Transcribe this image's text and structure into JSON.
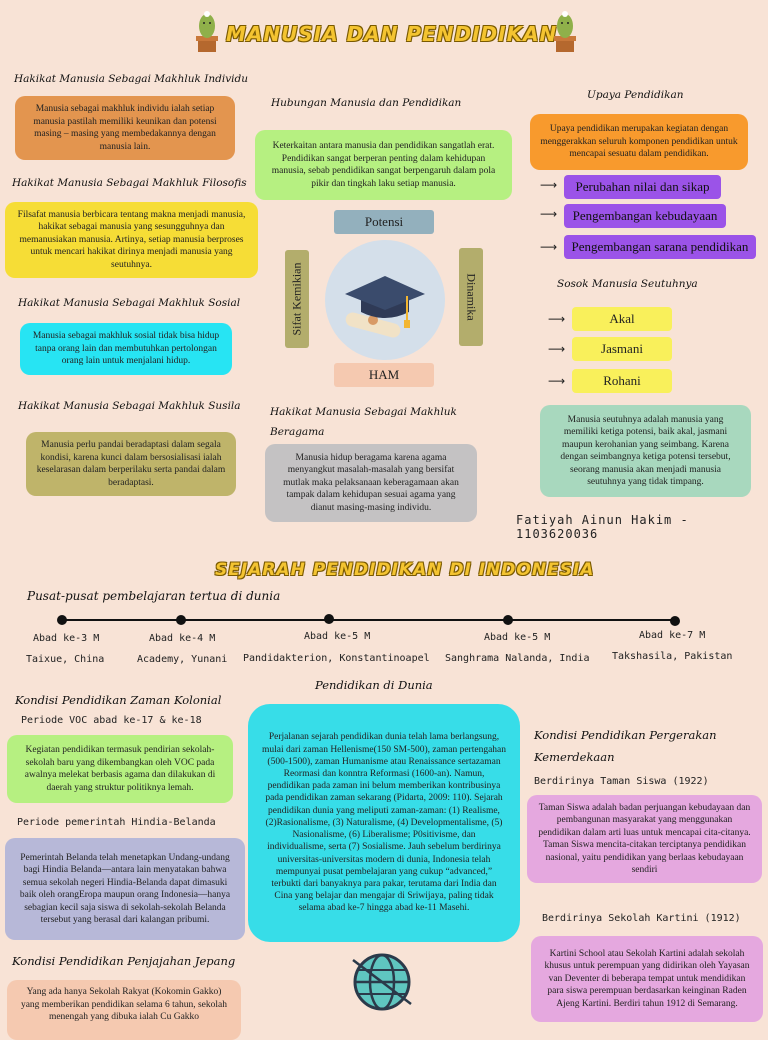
{
  "title1": "MANUSIA DAN PENDIDIKAN",
  "title2": "SEJARAH PENDIDIKAN DI INDONESIA",
  "author": "Fatiyah Ainun Hakim - 1103620036",
  "individu": {
    "heading": "Hakikat Manusia Sebagai Makhluk Individu",
    "text": "Manusia sebagai makhluk individu ialah setiap manusia pastilah memiliki keunikan dan potensi masing – masing yang membedakannya dengan manusia lain."
  },
  "filosofis": {
    "heading": "Hakikat Manusia Sebagai Makhluk Filosofis",
    "text": "Filsafat manusia berbicara tentang makna menjadi manusia, hakikat sebagai manusia yang sesungguhnya dan memanusiakan manusia. Artinya, setiap manusia berproses untuk mencari hakikat dirinya menjadi manusia yang seutuhnya."
  },
  "sosial": {
    "heading": "Hakikat Manusia Sebagai Makhluk Sosial",
    "text": "Manusia sebagai makhluk sosial  tidak bisa hidup tanpa orang lain dan membutuhkan pertolongan orang lain untuk menjalani hidup."
  },
  "susila": {
    "heading": "Hakikat Manusia Sebagai Makhluk Susila",
    "text": "Manusia perlu pandai beradaptasi dalam segala kondisi, karena kunci dalam bersosialisasi ialah keselarasan dalam berperilaku serta pandai dalam beradaptasi."
  },
  "hubungan": {
    "heading": "Hubungan Manusia dan Pendidikan",
    "text": "Keterkaitan antara manusia dan pendidikan sangatlah erat. Pendidikan sangat berperan penting dalam kehidupan manusia, sebab pendidikan sangat berpengaruh dalam pola pikir dan tingkah laku setiap manusia."
  },
  "center": {
    "top": "Potensi",
    "bottom": "HAM",
    "left": "Sifat Kemikian",
    "right": "Dinamika"
  },
  "beragama": {
    "heading": "Hakikat Manusia Sebagai Makhluk Beragama",
    "text": "Manusia hidup beragama karena agama menyangkut masalah-masalah yang bersifat mutlak maka pelaksanaan keberagamaan akan tampak dalam kehidupan sesuai agama yang dianut masing-masing individu."
  },
  "upaya": {
    "heading": "Upaya Pendidikan",
    "text": "Upaya pendidikan merupakan kegiatan dengan menggerakkan seluruh komponen pendidikan untuk mencapai sesuatu dalam pendidikan.",
    "items": [
      "Perubahan nilai dan sikap",
      "Pengembangan kebudayaan",
      "Pengembangan sarana pendidikan"
    ]
  },
  "sosok": {
    "heading": "Sosok Manusia Seutuhnya",
    "items": [
      "Akal",
      "Jasmani",
      "Rohani"
    ],
    "text": "Manusia seutuhnya adalah manusia yang memiliki ketiga potensi, baik akal, jasmani maupun kerohanian yang seimbang. Karena dengan seimbangnya ketiga potensi tersebut, seorang manusia akan menjadi manusia seutuhnya yang tidak timpang."
  },
  "timeline": {
    "heading": "Pusat-pusat pembelajaran tertua di dunia",
    "points": [
      {
        "era": "Abad ke-3 M",
        "place": "Taixue, China"
      },
      {
        "era": "Abad ke-4 M",
        "place": "Academy, Yunani"
      },
      {
        "era": "Abad ke-5 M",
        "place": "Pandidakterion, Konstantinoapel"
      },
      {
        "era": "Abad ke-5 M",
        "place": "Sanghrama Nalanda, India"
      },
      {
        "era": "Abad ke-7 M",
        "place": "Takshasila, Pakistan"
      }
    ]
  },
  "kolonial": {
    "heading": "Kondisi Pendidikan Zaman Kolonial",
    "voc_label": "Periode VOC abad ke-17 & ke-18",
    "voc_text": "Kegiatan pendidikan termasuk pendirian sekolah-sekolah baru yang dikembangkan oleh VOC pada awalnya melekat berbasis agama dan dilakukan di daerah yang struktur politiknya lemah.",
    "hb_label": "Periode pemerintah Hindia-Belanda",
    "hb_text": "Pemerintah Belanda telah menetapkan Undang-undang bagi Hindia Belanda—antara lain menyatakan bahwa semua sekolah negeri Hindia-Belanda dapat dimasuki baik oleh orangEropa maupun orang Indonesia—hanya sebagian kecil saja siswa di sekolah-sekolah Belanda tersebut yang berasal dari kalangan pribumi."
  },
  "jepang": {
    "heading": "Kondisi Pendidikan Penjajahan Jepang",
    "text": "Yang ada hanya Sekolah Rakyat (Kokomin Gakko) yang memberikan pendidikan selama 6 tahun, sekolah menengah yang dibuka ialah Cu Gakko"
  },
  "dunia": {
    "heading": "Pendidikan di Dunia",
    "text": "Perjalanan sejarah pendidikan dunia telah lama berlangsung, mulai dari zaman Hellenisme(150 SM-500), zaman pertengahan (500-1500), zaman Humanisme atau Renaissance sertazaman Reormasi dan konntra Reformasi (1600-an). Namun, pendidikan pada zaman ini belum memberikan kontribusinya pada pendidikan zaman sekarang (Pidarta, 2009: 110).  Sejarah pendidikan dunia yang meliputi zaman-zaman: (1) Realisme, (2)Rasionalisme, (3) Naturalisme, (4) Developmentalisme, (5) Nasionalisme, (6) Liberalisme; P0sitivisme, dan individualisme, serta (7) Sosialisme. Jauh sebelum berdirinya universitas-universitas modern di dunia, Indonesia telah mempunyai pusat pembelajaran yang cukup “advanced,” terbukti dari banyaknya para pakar, terutama dari India dan Cina yang belajar dan mengajar di Sriwijaya, paling tidak selama abad ke-7 hingga abad ke-11 Masehi."
  },
  "kemerdekaan": {
    "heading": "Kondisi Pendidikan Pergerakan Kemerdekaan",
    "ts_label": "Berdirinya Taman Siswa (1922)",
    "ts_text": "Taman Siswa adalah badan perjuangan kebudayaan dan pembangunan masyarakat yang menggunakan pendidikan dalam arti luas untuk mencapai cita-citanya. Taman Siswa mencita-citakan terciptanya pendidikan nasional, yaitu pendidikan yang berlaas kebudayaan sendiri",
    "sk_label": "Berdirinya Sekolah Kartini (1912)",
    "sk_text": "Kartini School atau Sekolah Kartini adalah sekolah khusus untuk perempuan yang didirikan oleh Yayasan van Deventer di beberapa tempat untuk mendidikan para siswa perempuan berdasarkan keinginan Raden Ajeng Kartini. Berdiri tahun 1912 di Semarang."
  },
  "colors": {
    "bg": "#f8e3d6",
    "orange": "#e3954f",
    "yellow": "#f6dd36",
    "cyan": "#27e4f3",
    "olive": "#bfb46a",
    "green": "#b6f081",
    "grey": "#c4c2c3",
    "purple": "#9b53e8",
    "pill_yellow": "#f9f05b",
    "mint": "#a8d8be",
    "steel": "#93b0bd",
    "salmon": "#f5c9b0",
    "khaki": "#b3ad6c",
    "teal": "#37dde8",
    "lavender": "#b7b8d8",
    "pink": "#e5a8df"
  }
}
